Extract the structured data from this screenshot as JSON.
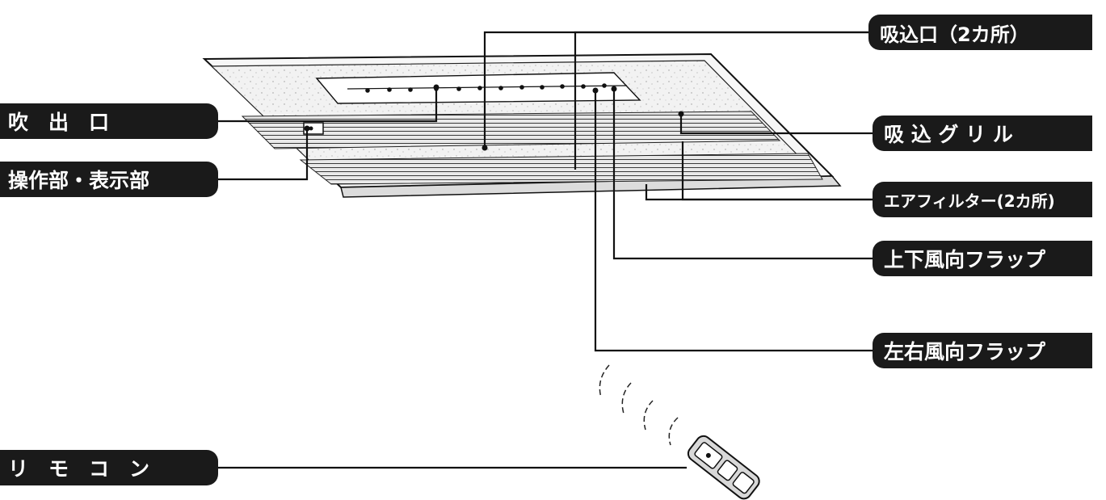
{
  "labels": {
    "outlet": "吹　出　口",
    "control_display": "操作部・表示部",
    "remote": "リ　モ　コ　ン",
    "intake_2": "吸込口（2カ所）",
    "intake_grille": "吸 込 グ リ ル",
    "air_filter": "エアフィルター(2カ所)",
    "vertical_flap": "上下風向フラップ",
    "horizontal_flap": "左右風向フラップ"
  }
}
